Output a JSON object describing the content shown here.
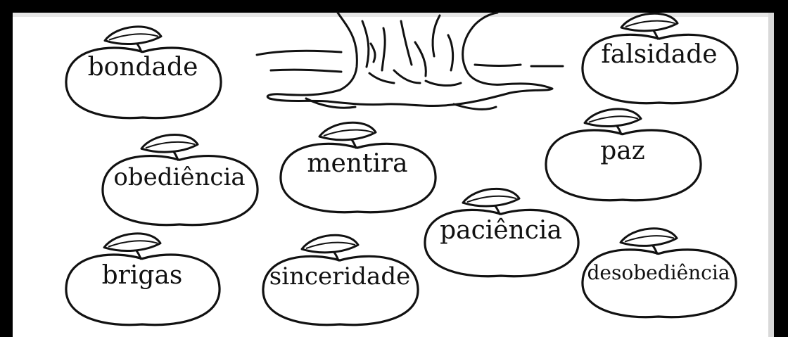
{
  "apples": [
    {
      "key": "bondade",
      "label": "bondade"
    },
    {
      "key": "falsidade",
      "label": "falsidade"
    },
    {
      "key": "obediencia",
      "label": "obediência"
    },
    {
      "key": "mentira",
      "label": "mentira"
    },
    {
      "key": "paz",
      "label": "paz"
    },
    {
      "key": "paciencia",
      "label": "paciência"
    },
    {
      "key": "brigas",
      "label": "brigas"
    },
    {
      "key": "sinceridade",
      "label": "sinceridade"
    },
    {
      "key": "desobediencia",
      "label": "desobediência"
    }
  ],
  "icons": {
    "tree": "tree-trunk-icon",
    "apple": "apple-outline-icon"
  },
  "colors": {
    "outline": "#111111",
    "frame": "#000000",
    "background": "#ffffff"
  }
}
